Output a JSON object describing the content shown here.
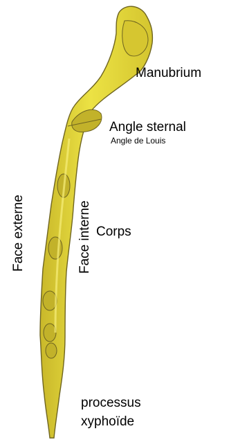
{
  "colors": {
    "bone_fill": "#e8dc3a",
    "bone_shade": "#c9b82a",
    "bone_outline": "#6e6420",
    "label_text": "#000000"
  },
  "labels": {
    "manubrium": "Manubrium",
    "angle_sternal": "Angle sternal",
    "angle_de_louis": "Angle de Louis",
    "face_externe": "Face externe",
    "face_interne": "Face interne",
    "corps": "Corps",
    "processus_line1": "processus",
    "processus_line2": "xyphoïde"
  }
}
